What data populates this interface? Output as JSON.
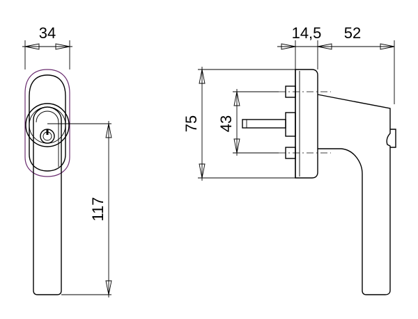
{
  "drawing": {
    "dimensions": {
      "front_width": "34",
      "front_height": "117",
      "side_plate_depth": "14,5",
      "side_handle_length": "52",
      "side_plate_height": "75",
      "side_screw_spacing": "43"
    },
    "colors": {
      "line": "#000000",
      "accent": "#6a2c6f"
    }
  }
}
